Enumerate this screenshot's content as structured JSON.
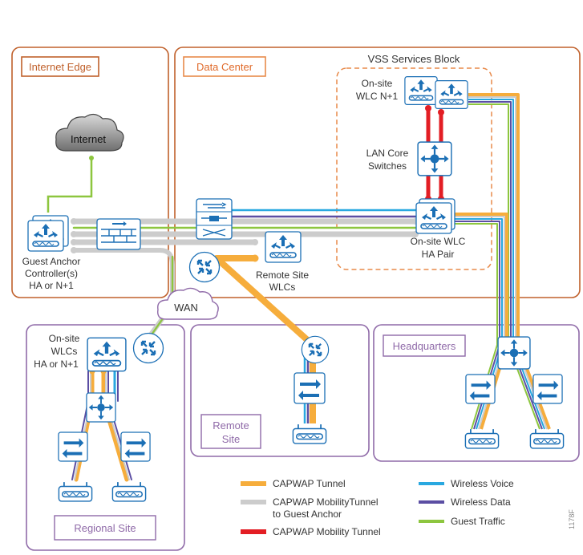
{
  "zones": {
    "internet_edge": "Internet Edge",
    "data_center": "Data Center",
    "vss_block": "VSS Services Block",
    "headquarters": "Headquarters",
    "remote_site": [
      "Remote",
      "Site"
    ],
    "regional_site": "Regional Site"
  },
  "nodes": {
    "internet": "Internet",
    "wan": "WAN",
    "onsite_wlc_n1": [
      "On-site",
      "WLC N+1"
    ],
    "lan_core": [
      "LAN Core",
      "Switches"
    ],
    "onsite_wlc_ha": [
      "On-site WLC",
      "HA Pair"
    ],
    "guest_anchor": [
      "Guest Anchor",
      "Controller(s)",
      "HA or N+1"
    ],
    "remote_site_wlcs": [
      "Remote Site",
      "WLCs"
    ],
    "regional_wlcs": [
      "On-site",
      "WLCs",
      "HA or N+1"
    ]
  },
  "legend": {
    "capwap_tunnel": "CAPWAP Tunnel",
    "capwap_mobility_guest": [
      "CAPWAP MobilityTunnel",
      "to Guest Anchor"
    ],
    "capwap_mobility": "CAPWAP Mobility Tunnel",
    "wireless_voice": "Wireless Voice",
    "wireless_data": "Wireless Data",
    "guest_traffic": "Guest Traffic"
  },
  "figure_id": "1178F",
  "colors": {
    "capwap": "#f6ad3c",
    "mobility_guest": "#cccccc",
    "mobility": "#e31e24",
    "voice": "#29a8e0",
    "data": "#5b4ea3",
    "guest": "#8dc63f",
    "edge_border": "#c0602b",
    "site_border": "#8f6aa8",
    "device_blue": "#1b6fb5"
  },
  "icons": {
    "wlc": "wlc-controller-icon",
    "switch": "access-switch-icon",
    "router": "router-icon",
    "firewall": "firewall-icon",
    "ap": "access-point-icon",
    "cloud": "cloud-icon"
  }
}
